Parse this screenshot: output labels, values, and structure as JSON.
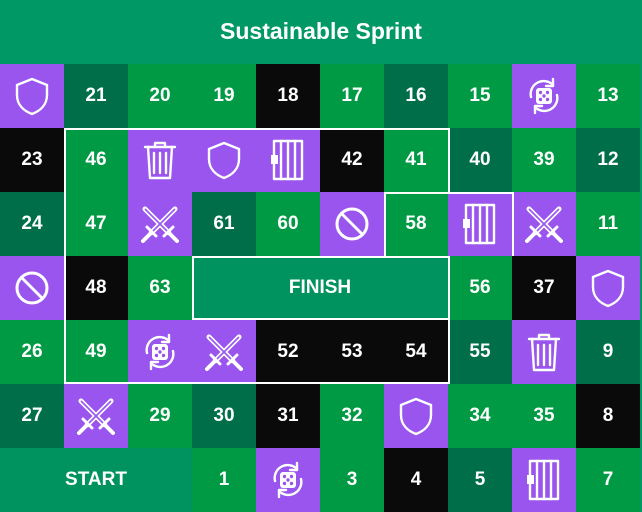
{
  "title": "Sustainable Sprint",
  "colors": {
    "background": "#009966",
    "dark_green": "#006e48",
    "green": "#009944",
    "black": "#0a0a0a",
    "purple": "#9955ee",
    "teal": "#00935f",
    "text": "#ffffff"
  },
  "start_label": "START",
  "finish_label": "FINISH",
  "cells": [
    {
      "row": 0,
      "col": 0,
      "type": "icon",
      "icon": "shield-icon",
      "color": "purple"
    },
    {
      "row": 0,
      "col": 1,
      "type": "num",
      "label": "21",
      "color": "dark_green"
    },
    {
      "row": 0,
      "col": 2,
      "type": "num",
      "label": "20",
      "color": "green"
    },
    {
      "row": 0,
      "col": 3,
      "type": "num",
      "label": "19",
      "color": "green"
    },
    {
      "row": 0,
      "col": 4,
      "type": "num",
      "label": "18",
      "color": "black"
    },
    {
      "row": 0,
      "col": 5,
      "type": "num",
      "label": "17",
      "color": "green"
    },
    {
      "row": 0,
      "col": 6,
      "type": "num",
      "label": "16",
      "color": "dark_green"
    },
    {
      "row": 0,
      "col": 7,
      "type": "num",
      "label": "15",
      "color": "green"
    },
    {
      "row": 0,
      "col": 8,
      "type": "icon",
      "icon": "reroll-dice-icon",
      "color": "purple"
    },
    {
      "row": 0,
      "col": 9,
      "type": "num",
      "label": "13",
      "color": "green"
    },
    {
      "row": 1,
      "col": 0,
      "type": "num",
      "label": "23",
      "color": "black"
    },
    {
      "row": 1,
      "col": 1,
      "type": "num",
      "label": "46",
      "color": "green"
    },
    {
      "row": 1,
      "col": 2,
      "type": "icon",
      "icon": "trash-can-icon",
      "color": "purple"
    },
    {
      "row": 1,
      "col": 3,
      "type": "icon",
      "icon": "shield-icon",
      "color": "purple"
    },
    {
      "row": 1,
      "col": 4,
      "type": "icon",
      "icon": "jail-cell-icon",
      "color": "purple"
    },
    {
      "row": 1,
      "col": 5,
      "type": "num",
      "label": "42",
      "color": "black"
    },
    {
      "row": 1,
      "col": 6,
      "type": "num",
      "label": "41",
      "color": "green"
    },
    {
      "row": 1,
      "col": 7,
      "type": "num",
      "label": "40",
      "color": "dark_green"
    },
    {
      "row": 1,
      "col": 8,
      "type": "num",
      "label": "39",
      "color": "green"
    },
    {
      "row": 1,
      "col": 9,
      "type": "num",
      "label": "12",
      "color": "dark_green"
    },
    {
      "row": 2,
      "col": 0,
      "type": "num",
      "label": "24",
      "color": "dark_green"
    },
    {
      "row": 2,
      "col": 1,
      "type": "num",
      "label": "47",
      "color": "green"
    },
    {
      "row": 2,
      "col": 2,
      "type": "icon",
      "icon": "crossed-swords-icon",
      "color": "purple"
    },
    {
      "row": 2,
      "col": 3,
      "type": "num",
      "label": "61",
      "color": "dark_green"
    },
    {
      "row": 2,
      "col": 4,
      "type": "num",
      "label": "60",
      "color": "green"
    },
    {
      "row": 2,
      "col": 5,
      "type": "icon",
      "icon": "no-entry-icon",
      "color": "purple"
    },
    {
      "row": 2,
      "col": 6,
      "type": "num",
      "label": "58",
      "color": "green"
    },
    {
      "row": 2,
      "col": 7,
      "type": "icon",
      "icon": "jail-cell-icon",
      "color": "purple"
    },
    {
      "row": 2,
      "col": 8,
      "type": "icon",
      "icon": "crossed-swords-icon",
      "color": "purple"
    },
    {
      "row": 2,
      "col": 9,
      "type": "num",
      "label": "11",
      "color": "green"
    },
    {
      "row": 3,
      "col": 0,
      "type": "icon",
      "icon": "no-entry-icon",
      "color": "purple"
    },
    {
      "row": 3,
      "col": 1,
      "type": "num",
      "label": "48",
      "color": "black"
    },
    {
      "row": 3,
      "col": 2,
      "type": "num",
      "label": "63",
      "color": "green"
    },
    {
      "row": 3,
      "col": 7,
      "type": "num",
      "label": "56",
      "color": "green"
    },
    {
      "row": 3,
      "col": 8,
      "type": "num",
      "label": "37",
      "color": "black"
    },
    {
      "row": 3,
      "col": 9,
      "type": "icon",
      "icon": "shield-icon",
      "color": "purple"
    },
    {
      "row": 4,
      "col": 0,
      "type": "num",
      "label": "26",
      "color": "green"
    },
    {
      "row": 4,
      "col": 1,
      "type": "num",
      "label": "49",
      "color": "green"
    },
    {
      "row": 4,
      "col": 2,
      "type": "icon",
      "icon": "reroll-dice-icon",
      "color": "purple"
    },
    {
      "row": 4,
      "col": 3,
      "type": "icon",
      "icon": "crossed-swords-icon",
      "color": "purple"
    },
    {
      "row": 4,
      "col": 4,
      "type": "num",
      "label": "52",
      "color": "black"
    },
    {
      "row": 4,
      "col": 5,
      "type": "num",
      "label": "53",
      "color": "black"
    },
    {
      "row": 4,
      "col": 6,
      "type": "num",
      "label": "54",
      "color": "black"
    },
    {
      "row": 4,
      "col": 7,
      "type": "num",
      "label": "55",
      "color": "dark_green"
    },
    {
      "row": 4,
      "col": 8,
      "type": "icon",
      "icon": "trash-can-icon",
      "color": "purple"
    },
    {
      "row": 4,
      "col": 9,
      "type": "num",
      "label": "9",
      "color": "dark_green"
    },
    {
      "row": 5,
      "col": 0,
      "type": "num",
      "label": "27",
      "color": "dark_green"
    },
    {
      "row": 5,
      "col": 1,
      "type": "icon",
      "icon": "crossed-swords-icon",
      "color": "purple"
    },
    {
      "row": 5,
      "col": 2,
      "type": "num",
      "label": "29",
      "color": "green"
    },
    {
      "row": 5,
      "col": 3,
      "type": "num",
      "label": "30",
      "color": "dark_green"
    },
    {
      "row": 5,
      "col": 4,
      "type": "num",
      "label": "31",
      "color": "black"
    },
    {
      "row": 5,
      "col": 5,
      "type": "num",
      "label": "32",
      "color": "green"
    },
    {
      "row": 5,
      "col": 6,
      "type": "icon",
      "icon": "shield-icon",
      "color": "purple"
    },
    {
      "row": 5,
      "col": 7,
      "type": "num",
      "label": "34",
      "color": "green"
    },
    {
      "row": 5,
      "col": 8,
      "type": "num",
      "label": "35",
      "color": "green"
    },
    {
      "row": 5,
      "col": 9,
      "type": "num",
      "label": "8",
      "color": "black"
    },
    {
      "row": 6,
      "col": 3,
      "type": "num",
      "label": "1",
      "color": "green"
    },
    {
      "row": 6,
      "col": 4,
      "type": "icon",
      "icon": "reroll-dice-icon",
      "color": "purple"
    },
    {
      "row": 6,
      "col": 5,
      "type": "num",
      "label": "3",
      "color": "green"
    },
    {
      "row": 6,
      "col": 6,
      "type": "num",
      "label": "4",
      "color": "black"
    },
    {
      "row": 6,
      "col": 7,
      "type": "num",
      "label": "5",
      "color": "dark_green"
    },
    {
      "row": 6,
      "col": 8,
      "type": "icon",
      "icon": "jail-cell-icon",
      "color": "purple"
    },
    {
      "row": 6,
      "col": 9,
      "type": "num",
      "label": "7",
      "color": "green"
    }
  ]
}
